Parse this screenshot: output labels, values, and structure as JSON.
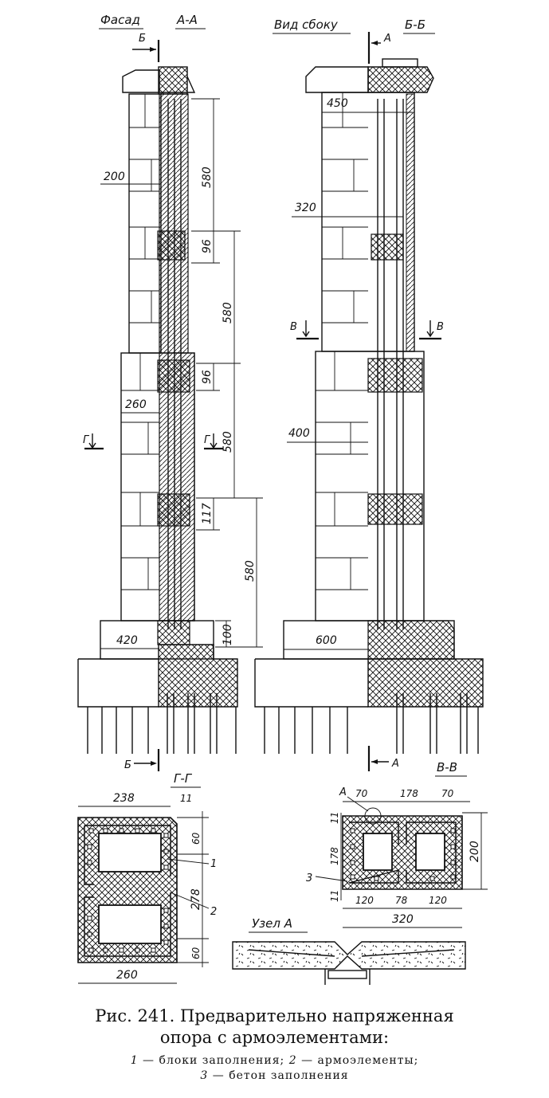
{
  "labels": {
    "fasad": "Фасад",
    "aa": "А-А",
    "vid_sboku": "Вид сбоку",
    "bb": "Б-Б",
    "b_mark": "Б",
    "a_mark": "А",
    "v_mark": "В",
    "g_mark": "Г",
    "gg": "Г-Г",
    "vv": "В-В",
    "uzel": "Узел А",
    "a_callout": "А",
    "num1": "1",
    "num2": "2",
    "num3": "3"
  },
  "dims": {
    "d200": "200",
    "d580a": "580",
    "d96a": "96",
    "d580b": "580",
    "d96b": "96",
    "d260": "260",
    "d580c": "580",
    "d117": "117",
    "d580d": "580",
    "d420": "420",
    "d100": "100",
    "d450": "450",
    "d320": "320",
    "d400": "400",
    "d600": "600",
    "g238": "238",
    "g11": "11",
    "g60a": "60",
    "g278": "278",
    "g60b": "60",
    "g260": "260",
    "v70a": "70",
    "v178a": "178",
    "v70b": "70",
    "v11a": "11",
    "v178b": "178",
    "v200": "200",
    "v11b": "11",
    "v120a": "120",
    "v78": "78",
    "v120b": "120",
    "v320": "320"
  },
  "caption": {
    "title_line1": "Рис. 241. Предварительно напряженная",
    "title_line2": "опора с армоэлементами:",
    "legend_n1": "1",
    "legend_t1": " — блоки заполнения; ",
    "legend_n2": "2",
    "legend_t2": " — армоэлементы;",
    "legend_n3": "3",
    "legend_t3": " — бетон заполнения"
  }
}
